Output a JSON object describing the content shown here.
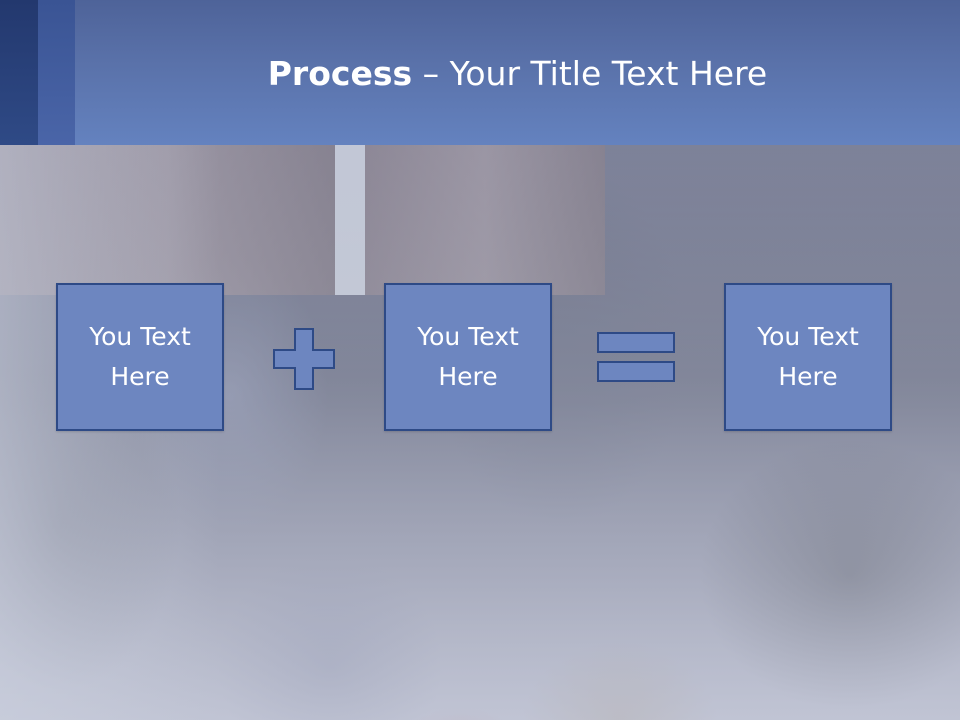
{
  "slide": {
    "title_bold": "Process",
    "title_rest": " – Your Title Text Here"
  },
  "process": {
    "boxes": [
      {
        "text": "You Text Here"
      },
      {
        "text": "You Text Here"
      },
      {
        "text": "You Text Here"
      }
    ],
    "operators": [
      "plus-icon",
      "equals-icon"
    ]
  },
  "colors": {
    "header": "#5a72aa",
    "box_fill": "#6d86c0",
    "box_border": "#2e4a86",
    "text": "#ffffff"
  }
}
